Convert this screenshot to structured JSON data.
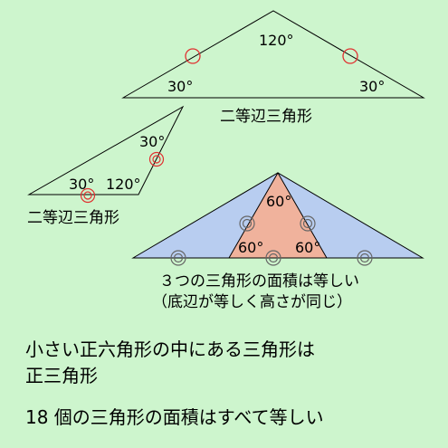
{
  "colors": {
    "background": "#cdf5cd",
    "left_triangle_fill": "#b8cdf0",
    "center_triangle_fill": "#f0b29c",
    "red_mark": "#e03030",
    "gray_mark": "#666666"
  },
  "triangle1": {
    "top_angle": "120°",
    "left_angle": "30°",
    "right_angle": "30°",
    "caption": "二等辺三角形"
  },
  "triangle2": {
    "top_angle": "30°",
    "left_angle": "30°",
    "right_angle": "120°",
    "caption": "二等辺三角形"
  },
  "triangle3": {
    "top_angle": "60°",
    "left_angle": "60°",
    "right_angle": "60°",
    "caption_line1": "３つの三角形の面積は等しい",
    "caption_line2": "（底辺が等しく高さが同じ）"
  },
  "statements": {
    "line1": "小さい正六角形の中にある三角形は",
    "line2": "正三角形",
    "line3": "18 個の三角形の面積はすべて等しい"
  }
}
